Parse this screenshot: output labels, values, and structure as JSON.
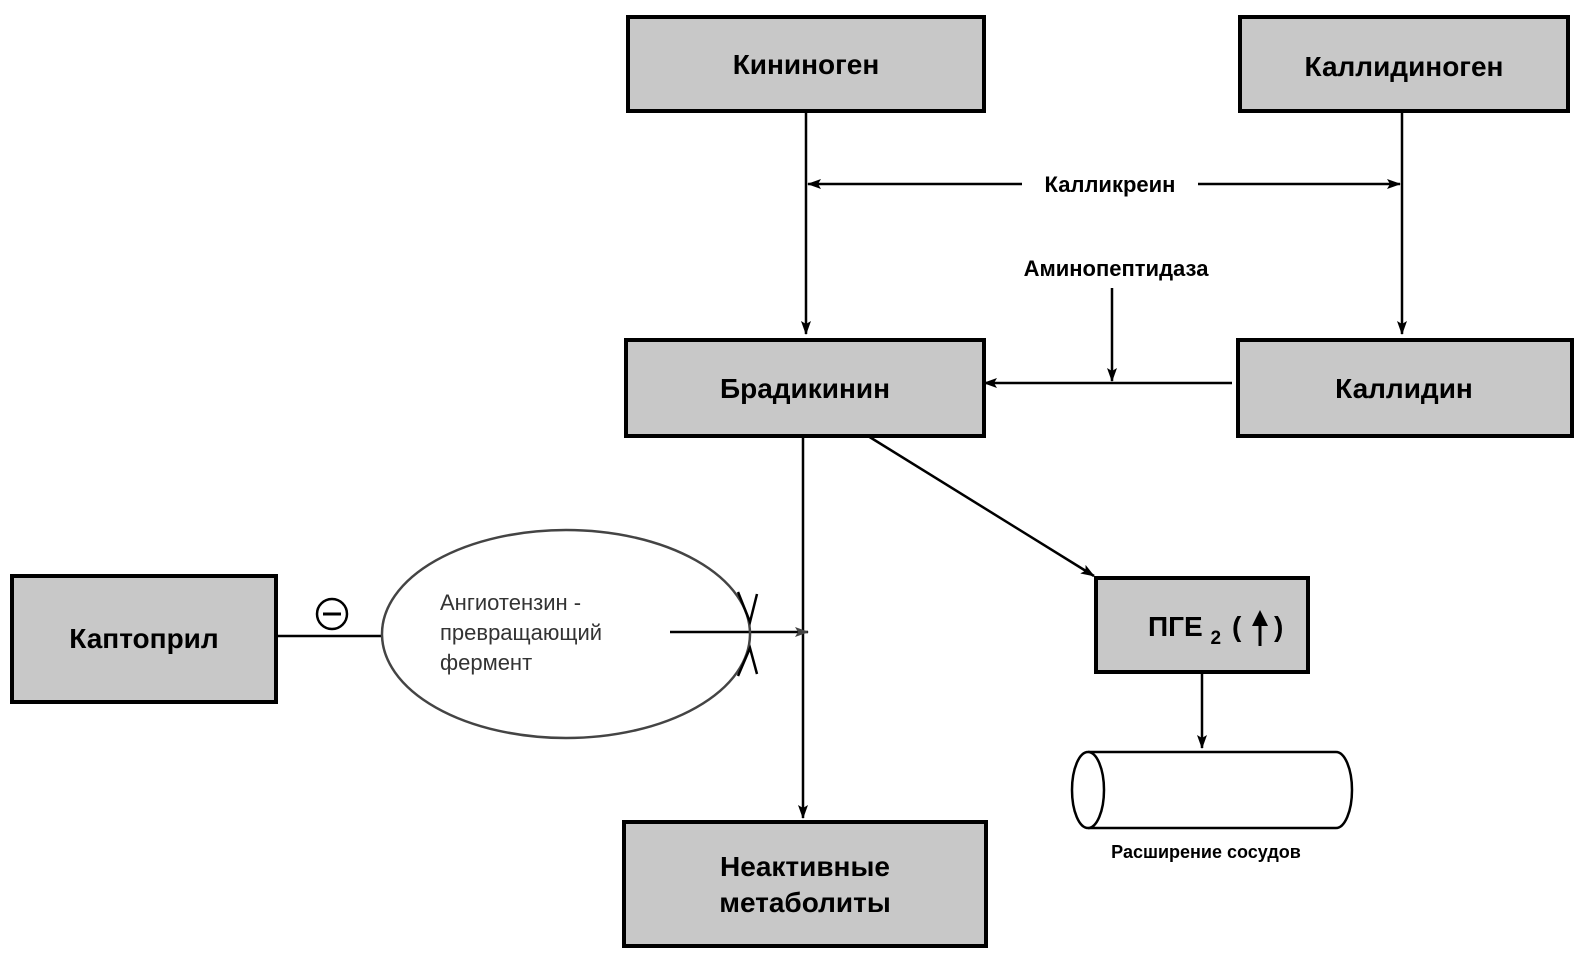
{
  "nodes": {
    "kininogen": "Кининоген",
    "kallidinogen": "Каллидиноген",
    "bradykinin": "Брадикинин",
    "kallidin": "Каллидин",
    "captopril": "Каптоприл",
    "pge2_main": "ПГЕ",
    "pge2_sub": "2",
    "pge2_open": "(",
    "pge2_close": ")",
    "inactive_line1": "Неактивные",
    "inactive_line2": "метаболиты"
  },
  "labels": {
    "kallikrein": "Калликреин",
    "aminopeptidase": "Аминопептидаза",
    "ace_line1": "Ангиотензин -",
    "ace_line2": "превращающий",
    "ace_line3": "фермент",
    "inhibition_sign": "−",
    "vasodilation": "Расширение сосудов"
  },
  "icons": {
    "pge2_increase": "up-arrow-icon",
    "vessel": "blood-vessel-cylinder-icon",
    "inhibition": "minus-circle-icon"
  },
  "colors": {
    "box_fill": "#c8c8c8",
    "stroke": "#000000",
    "background": "#ffffff"
  }
}
